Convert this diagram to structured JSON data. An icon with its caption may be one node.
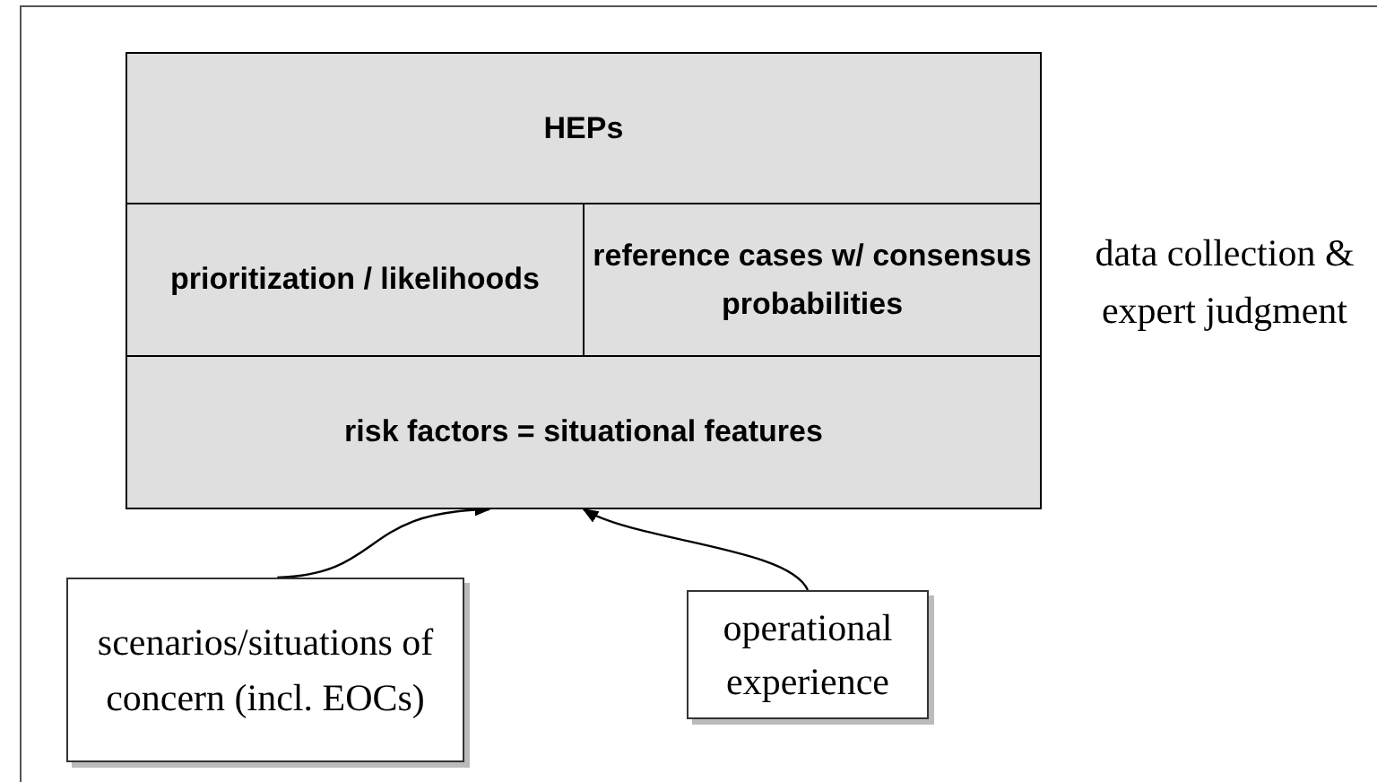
{
  "diagram": {
    "nodes": [
      {
        "text": [
          "HEPs"
        ]
      },
      {
        "text": [
          "prioritization / likelihoods"
        ]
      },
      {
        "text": [
          "reference cases w/ consensus probabilities"
        ]
      },
      {
        "text": [
          "risk factors = situational features"
        ]
      },
      {
        "text": [
          "scenarios/situations of concern (incl. EOCs)"
        ]
      },
      {
        "text": [
          "operational experience"
        ]
      }
    ],
    "edges": [
      {
        "from": 4,
        "to": 3,
        "arrow": "to"
      },
      {
        "from": 5,
        "to": 3,
        "arrow": "to"
      }
    ],
    "labels": [
      "data collection & expert judgment"
    ]
  }
}
